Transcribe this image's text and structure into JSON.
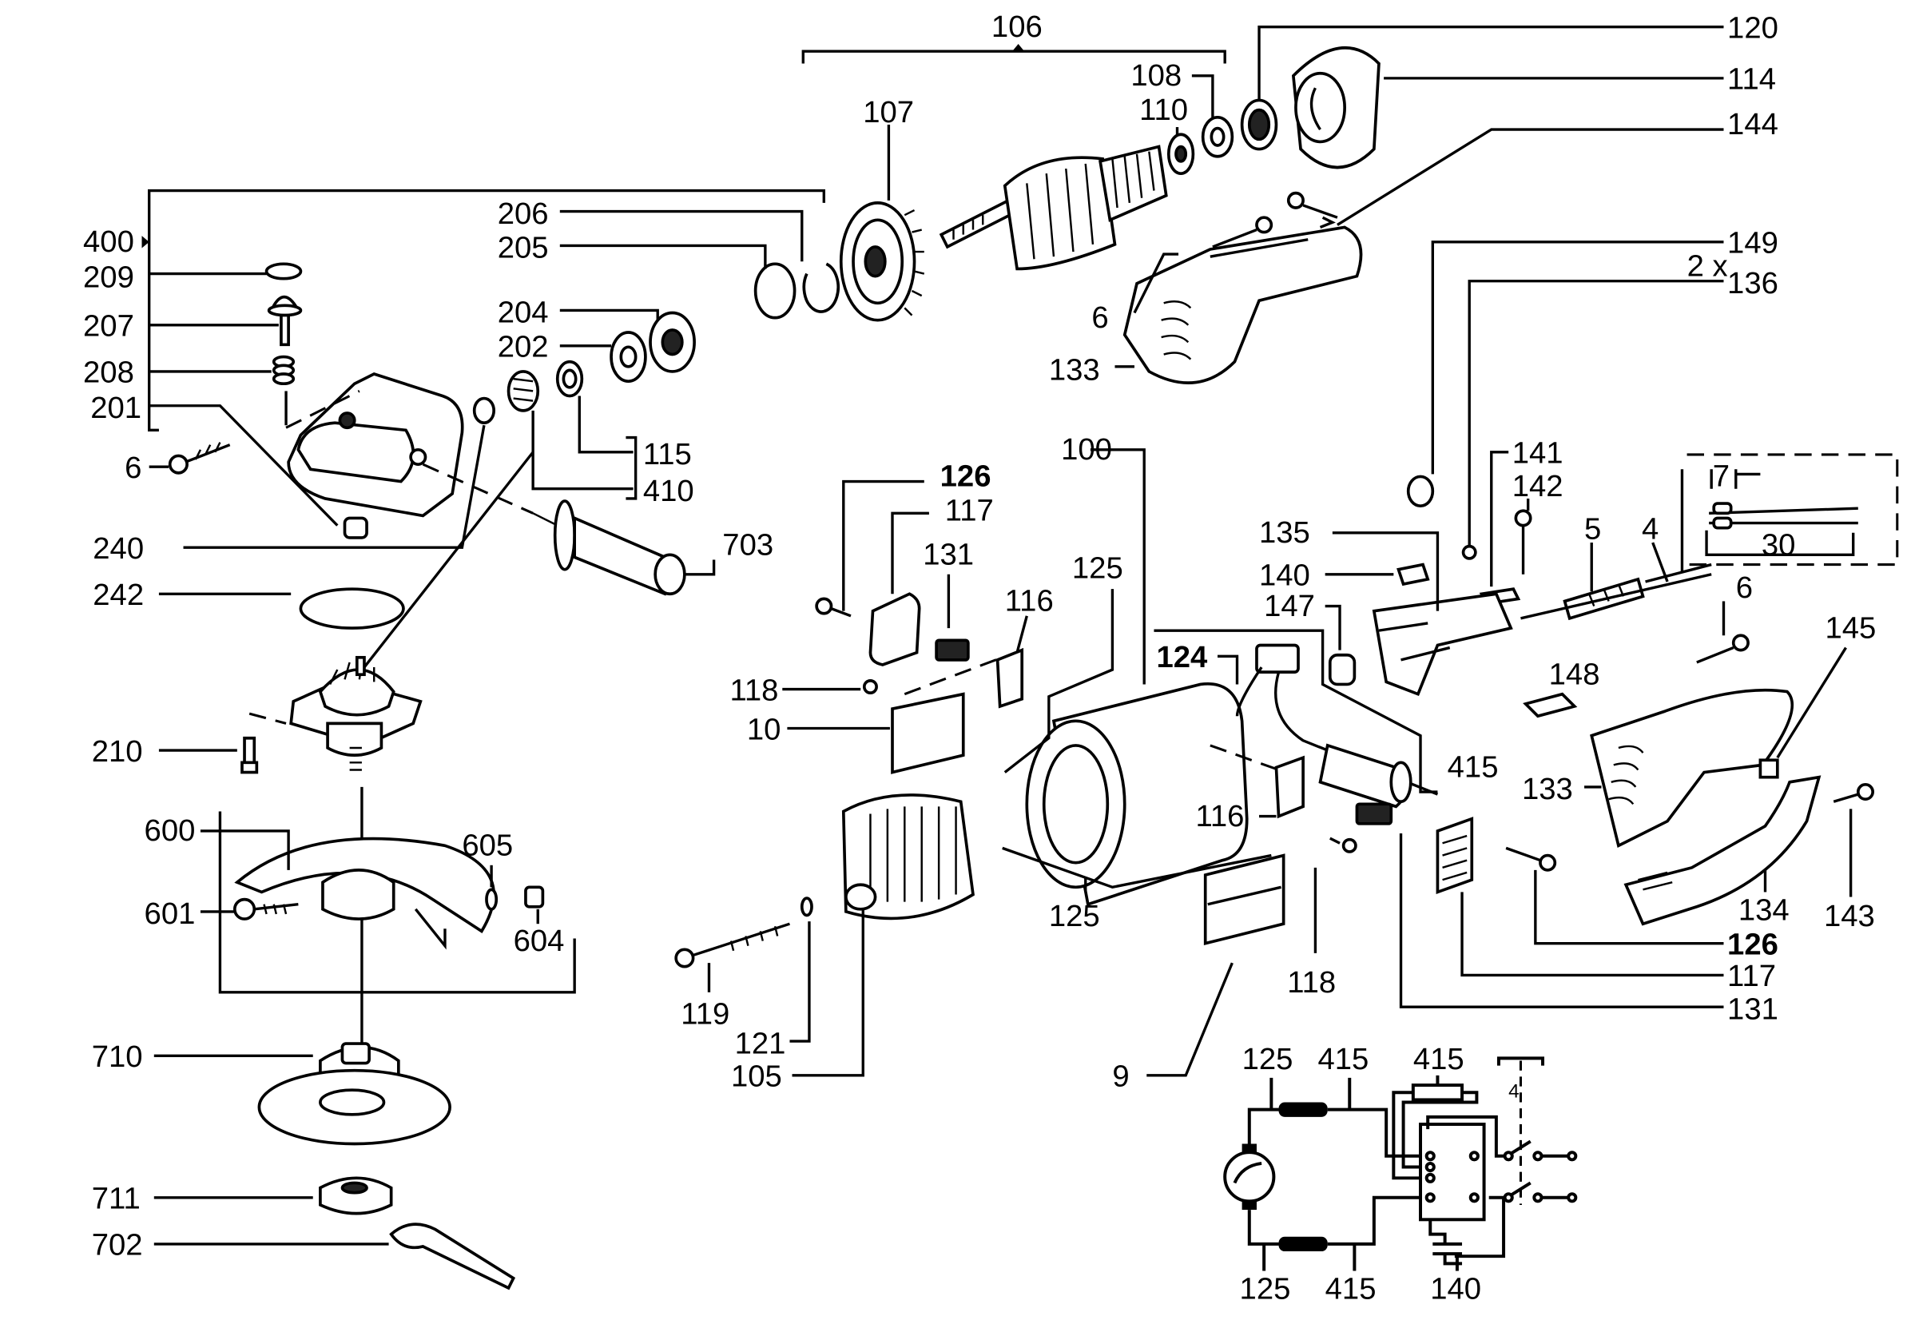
{
  "document": {
    "type": "exploded parts diagram",
    "subject": "angle grinder"
  },
  "labels": {
    "l106": "106",
    "l120": "120",
    "l114": "114",
    "l108": "108",
    "l110": "110",
    "l107": "107",
    "l144": "144",
    "l400": "400",
    "l209": "209",
    "l206": "206",
    "l205": "205",
    "l149": "149",
    "l2x": "2 x",
    "l136": "136",
    "l207": "207",
    "l204": "204",
    "l6a": "6",
    "l208": "208",
    "l202": "202",
    "l133a": "133",
    "l201": "201",
    "l6b": "6",
    "l115": "115",
    "l410": "410",
    "l100": "100",
    "l141": "141",
    "l142": "142",
    "l126a": "126",
    "l117a": "117",
    "l131a": "131",
    "l125a": "125",
    "l116a": "116",
    "l240": "240",
    "l703": "703",
    "l135": "135",
    "l5": "5",
    "l4": "4",
    "l7": "7",
    "l30": "30",
    "l140a": "140",
    "l147": "147",
    "l6c": "6",
    "l145": "145",
    "l242": "242",
    "l124": "124",
    "l118a": "118",
    "l10": "10",
    "l148": "148",
    "l415a": "415",
    "l133b": "133",
    "l210": "210",
    "l116b": "116",
    "l600": "600",
    "l605": "605",
    "l601": "601",
    "l604": "604",
    "l125b": "125",
    "l134": "134",
    "l143": "143",
    "l126b": "126",
    "l118b": "118",
    "l117b": "117",
    "l119": "119",
    "l131b": "131",
    "l121": "121",
    "l105": "105",
    "l710": "710",
    "l9": "9",
    "l711": "711",
    "l702": "702"
  },
  "schematic": {
    "top_labels": [
      "125",
      "415",
      "415"
    ],
    "bottom_labels": [
      "125",
      "415",
      "140"
    ],
    "switch_marker": "4"
  }
}
